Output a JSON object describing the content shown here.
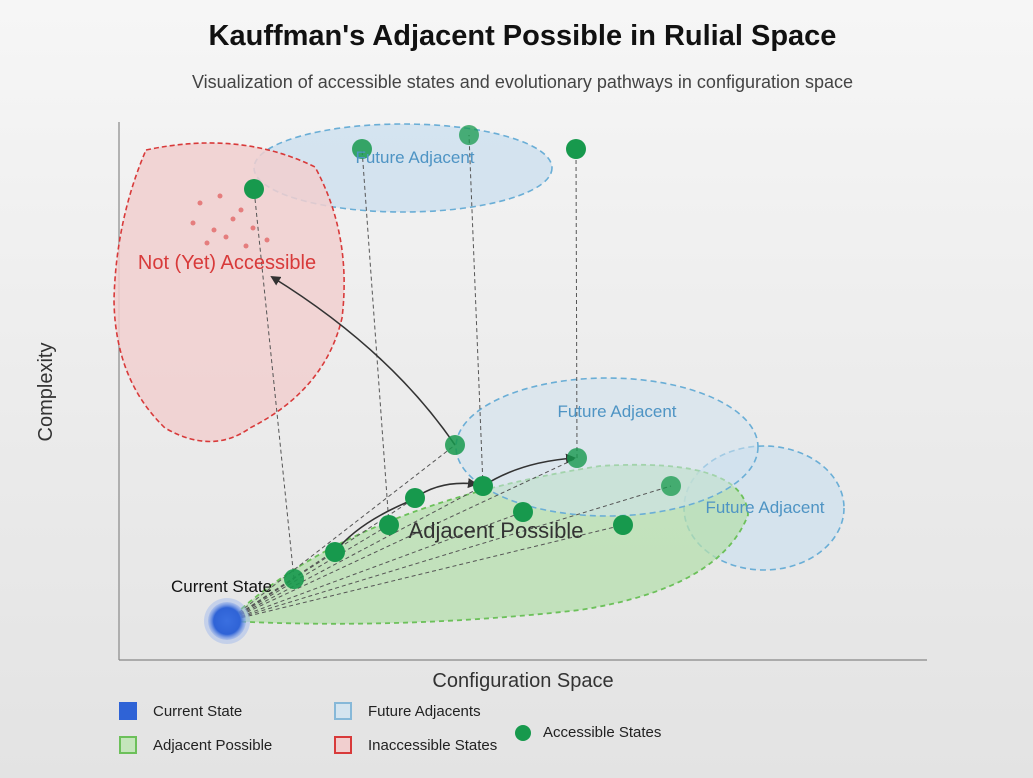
{
  "title": "Kauffman's Adjacent Possible in Rulial Space",
  "subtitle": "Visualization of accessible states and evolutionary pathways in configuration space",
  "axes": {
    "x_label": "Configuration Space",
    "y_label": "Complexity"
  },
  "regions": {
    "inaccessible": "Not (Yet) Accessible",
    "future_top": "Future Adjacent",
    "future_mid": "Future Adjacent",
    "future_right": "Future Adjacent",
    "adjacent": "Adjacent Possible"
  },
  "current_state_label": "Current State",
  "legend": [
    {
      "kind": "current",
      "label": "Current State"
    },
    {
      "kind": "future",
      "label": "Future Adjacents"
    },
    {
      "kind": "adjacent",
      "label": "Adjacent Possible"
    },
    {
      "kind": "inacc",
      "label": "Inaccessible States"
    },
    {
      "kind": "dot",
      "label": "Accessible States"
    }
  ],
  "colors": {
    "current": "#2f63d6",
    "state": "#17994d",
    "adjacent_fill": "#c4e5bb",
    "adjacent_stroke": "#6cc05a",
    "future_fill": "#cfe1ee",
    "future_stroke": "#6aaed6",
    "inaccessible_fill": "#f1cfcf",
    "inaccessible_stroke": "#d83a3a"
  }
}
